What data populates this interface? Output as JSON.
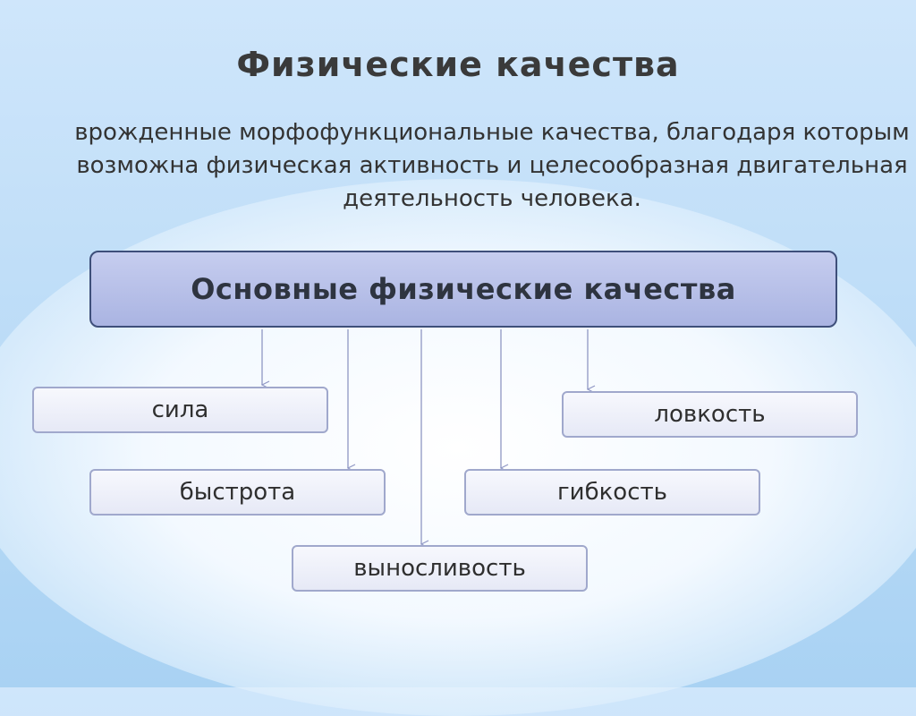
{
  "title": "Физические качества",
  "definition": "врожденные морфофункциональные качества, благодаря которым возможна физическая активность и целесообразная двигательная деятельность человека.",
  "main_box": "Основные физические качества",
  "qualities": {
    "sila": "сила",
    "lovkost": "ловкость",
    "bystrota": "быстрота",
    "gibkost": "гибкость",
    "vynoslivost": "выносливость"
  },
  "colors": {
    "main_fill": "#b3bce6",
    "main_border": "#3e4f7a",
    "box_border": "#a0a8cc",
    "connector": "#8f97c4"
  }
}
